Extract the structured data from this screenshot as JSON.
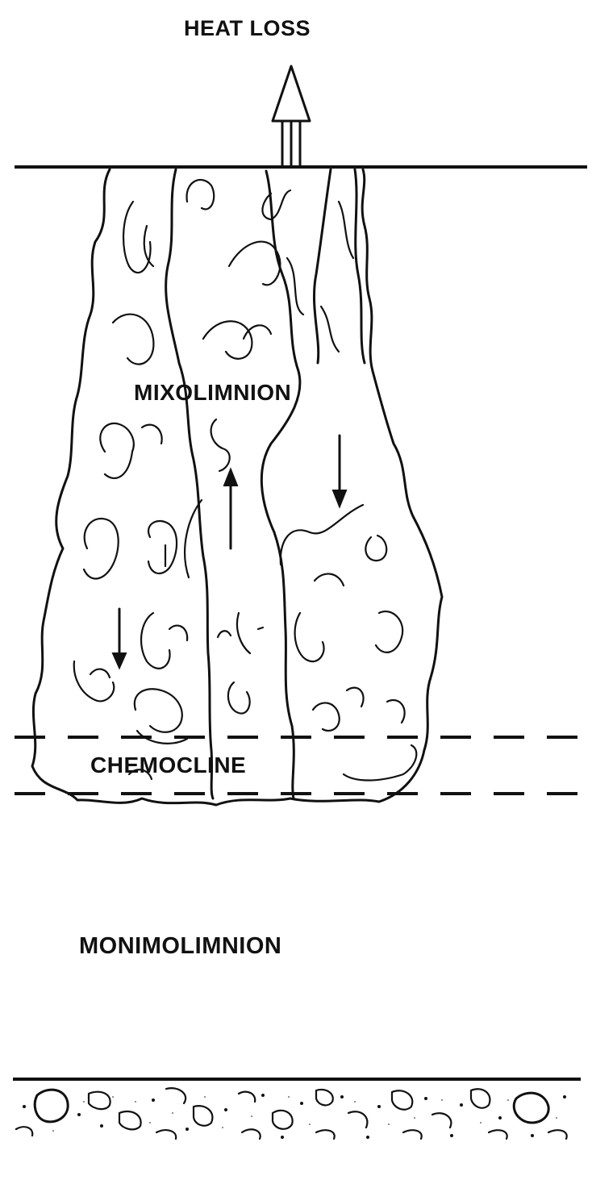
{
  "labels": {
    "heat_loss": "HEAT LOSS",
    "mixolimnion": "MIXOLIMNION",
    "chemocline": "CHEMOCLINE",
    "monimolimnion": "MONIMOLIMNION"
  },
  "colors": {
    "ink": "#111111",
    "background": "#ffffff"
  }
}
